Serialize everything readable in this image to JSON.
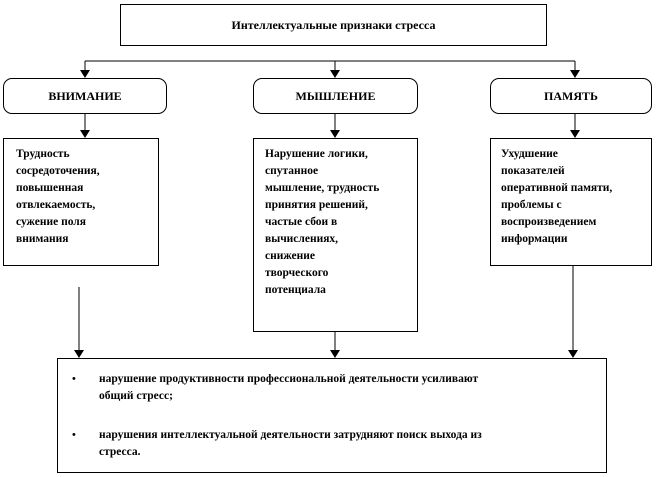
{
  "title": "Интеллектуальные признаки стресса",
  "categories": [
    {
      "name": "ВНИМАНИЕ",
      "lines": [
        "Трудность",
        "сосредоточения,",
        "повышенная",
        "отвлекаемость,",
        "сужение поля",
        "внимания"
      ]
    },
    {
      "name": "МЫШЛЕНИЕ",
      "lines": [
        "Нарушение логики,",
        "спутанное",
        "мышление, трудность",
        "принятия решений,",
        "частые сбои в",
        "вычислениях,",
        "снижение",
        "творческого",
        "потенциала"
      ]
    },
    {
      "name": "ПАМЯТЬ",
      "lines": [
        "Ухудшение",
        "показателей",
        "оперативной памяти,",
        "проблемы с",
        "воспроизведением",
        "информации"
      ]
    }
  ],
  "result": {
    "bullet_symbol": "•",
    "items": [
      [
        "нарушение продуктивности профессиональной деятельности усиливают",
        "общий стресс;"
      ],
      [
        "нарушения интеллектуальной деятельности затрудняют поиск выхода из",
        "стресса."
      ]
    ]
  }
}
